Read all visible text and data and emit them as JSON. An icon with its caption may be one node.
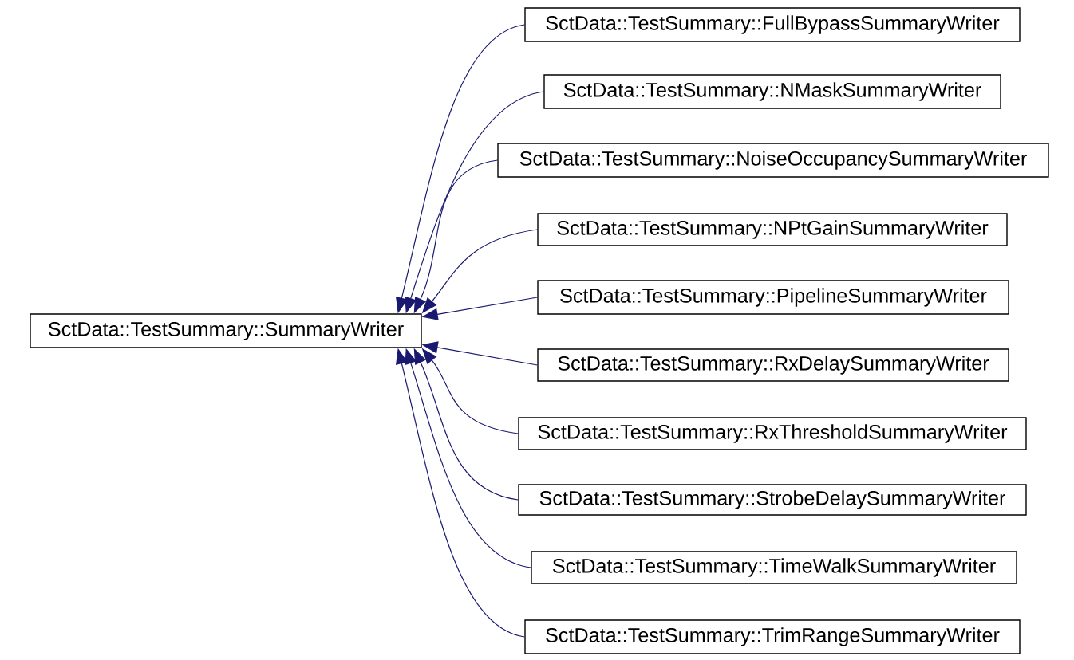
{
  "diagram": {
    "nodes": [
      {
        "text": [
          "SctData::TestSummary::SummaryWriter"
        ]
      },
      {
        "text": [
          "SctData::TestSummary::FullBypassSummaryWriter"
        ]
      },
      {
        "text": [
          "SctData::TestSummary::NMaskSummaryWriter"
        ]
      },
      {
        "text": [
          "SctData::TestSummary::NoiseOccupancySummaryWriter"
        ]
      },
      {
        "text": [
          "SctData::TestSummary::NPtGainSummaryWriter"
        ]
      },
      {
        "text": [
          "SctData::TestSummary::PipelineSummaryWriter"
        ]
      },
      {
        "text": [
          "SctData::TestSummary::RxDelaySummaryWriter"
        ]
      },
      {
        "text": [
          "SctData::TestSummary::RxThresholdSummaryWriter"
        ]
      },
      {
        "text": [
          "SctData::TestSummary::StrobeDelaySummaryWriter"
        ]
      },
      {
        "text": [
          "SctData::TestSummary::TimeWalkSummaryWriter"
        ]
      },
      {
        "text": [
          "SctData::TestSummary::TrimRangeSummaryWriter"
        ]
      }
    ],
    "edges": [
      {
        "from": 1,
        "to": 0,
        "arrow": "to"
      },
      {
        "from": 2,
        "to": 0,
        "arrow": "to"
      },
      {
        "from": 3,
        "to": 0,
        "arrow": "to"
      },
      {
        "from": 4,
        "to": 0,
        "arrow": "to"
      },
      {
        "from": 5,
        "to": 0,
        "arrow": "to"
      },
      {
        "from": 6,
        "to": 0,
        "arrow": "to"
      },
      {
        "from": 7,
        "to": 0,
        "arrow": "to"
      },
      {
        "from": 8,
        "to": 0,
        "arrow": "to"
      },
      {
        "from": 9,
        "to": 0,
        "arrow": "to"
      },
      {
        "from": 10,
        "to": 0,
        "arrow": "to"
      }
    ]
  }
}
